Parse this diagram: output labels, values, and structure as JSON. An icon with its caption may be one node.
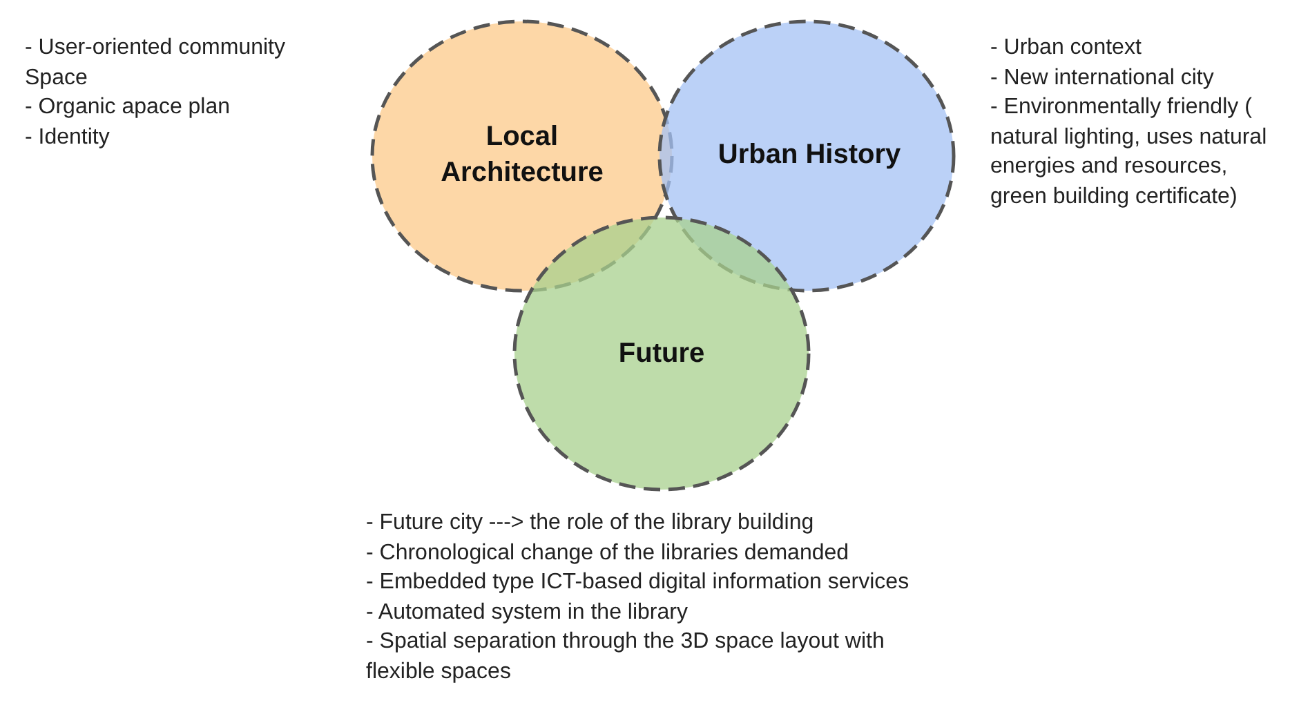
{
  "diagram": {
    "nodes": [
      {
        "text": [
          "Local Architecture"
        ],
        "beside": [
          "- User-oriented community Space",
          "- Organic apace plan",
          "- Identity"
        ]
      },
      {
        "text": [
          "Urban History"
        ],
        "beside": [
          "- Urban context",
          "- New international city",
          "- Environmentally friendly ( natural lighting, uses natural energies and resources, green building certificate)"
        ]
      },
      {
        "text": [
          "Future"
        ],
        "beside": [
          "- Future city ---> the role of the library building",
          "- Chronological change of the libraries demanded",
          "- Embedded type ICT-based digital information services",
          "- Automated system in the library",
          "- Spatial separation through the 3D space layout with flexible spaces"
        ]
      }
    ]
  }
}
